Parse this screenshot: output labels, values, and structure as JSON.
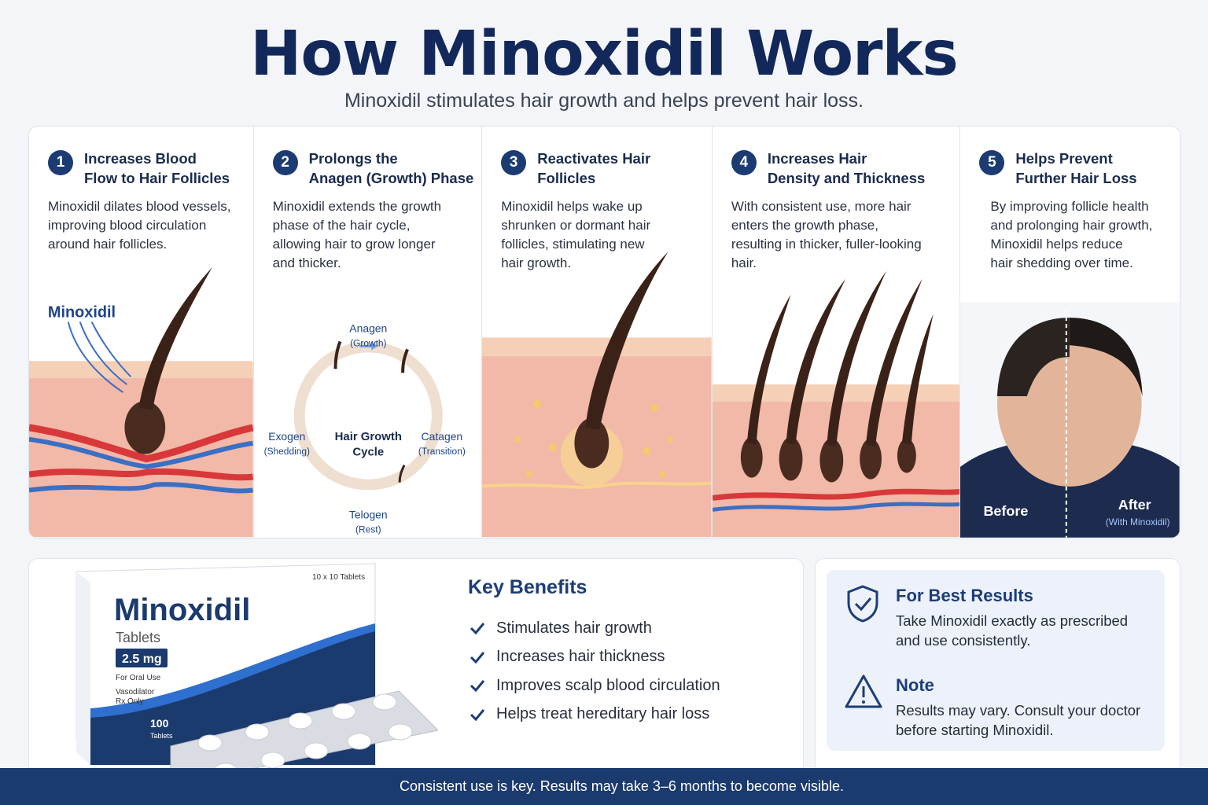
{
  "header": {
    "title": "How Minoxidil Works",
    "subtitle": "Minoxidil stimulates hair growth and helps prevent hair loss."
  },
  "steps": [
    {
      "number": "1",
      "title_l1": "Increases Blood",
      "title_l2": "Flow to Hair Follicles",
      "desc": [
        "Minoxidil dilates blood vessels,",
        "improving blood circulation",
        "around hair follicles."
      ],
      "label": "Minoxidil"
    },
    {
      "number": "2",
      "title_l1": "Prolongs the",
      "title_l2": "Anagen (Growth) Phase",
      "desc": [
        "Minoxidil extends the growth",
        "phase of the hair cycle,",
        "allowing hair to grow longer",
        "and thicker."
      ]
    },
    {
      "number": "3",
      "title_l1": "Reactivates Hair",
      "title_l2": "Follicles",
      "desc": [
        "Minoxidil helps wake up",
        "shrunken or dormant hair",
        "follicles, stimulating new",
        "hair growth."
      ]
    },
    {
      "number": "4",
      "title_l1": "Increases Hair",
      "title_l2": "Density and Thickness",
      "desc": [
        "With consistent use, more hair",
        "enters the growth phase,",
        "resulting in thicker, fuller-looking",
        "hair."
      ]
    },
    {
      "number": "5",
      "title_l1": "Helps Prevent",
      "title_l2": "Further Hair Loss",
      "desc": [
        "By improving follicle health",
        "and prolonging hair growth,",
        "Minoxidil helps reduce",
        "hair shedding over time."
      ],
      "before": "Before",
      "after": "After",
      "after_sub": "(With Minoxidil)"
    }
  ],
  "cycle": {
    "center_l1": "Hair Growth",
    "center_l2": "Cycle",
    "anagen": "Anagen",
    "anagen_sub": "(Growth)",
    "catagen": "Catagen",
    "catagen_sub": "(Transition)",
    "telogen": "Telogen",
    "telogen_sub": "(Rest)",
    "exogen": "Exogen",
    "exogen_sub": "(Shedding)"
  },
  "product": {
    "count": "10 x 10 Tablets",
    "name": "Minoxidil",
    "form": "Tablets",
    "dose": "2.5 mg",
    "use": "For Oral Use",
    "class": "Vasodilator",
    "rx": "Rx Only",
    "pack_num": "100",
    "pack_label": "Tablets"
  },
  "benefits": {
    "title": "Key Benefits",
    "items": [
      "Stimulates hair growth",
      "Increases hair thickness",
      "Improves scalp blood circulation",
      "Helps treat hereditary hair loss"
    ]
  },
  "best_results": {
    "title": "For Best Results",
    "text_l1": "Take Minoxidil exactly as prescribed",
    "text_l2": "and use consistently."
  },
  "note": {
    "title": "Note",
    "text_l1": "Results may vary. Consult your doctor",
    "text_l2": "before starting Minoxidil."
  },
  "footer": "Consistent use is key. Results may take 3–6 months to become visible.",
  "colors": {
    "navy": "#13285a",
    "accent": "#1c3b73",
    "skin": "#f2b6a6",
    "artery": "#d8383a",
    "vein": "#3a6fc4",
    "hair": "#3b2218"
  }
}
